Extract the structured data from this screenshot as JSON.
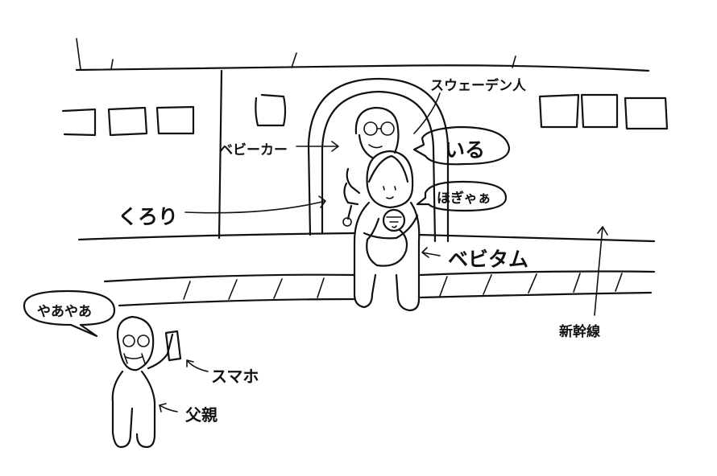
{
  "labels": {
    "swedish_person": "スウェーデン人",
    "stroller": "ベビーカー",
    "iru_bubble": "いる",
    "hogya_bubble": "ほぎゃぁ",
    "kurori": "くろり",
    "bebitamu": "ベビタム",
    "shinkansen": "新幹線",
    "yaaya_bubble": "やあやあ",
    "smartphone": "スマホ",
    "father": "父親"
  }
}
